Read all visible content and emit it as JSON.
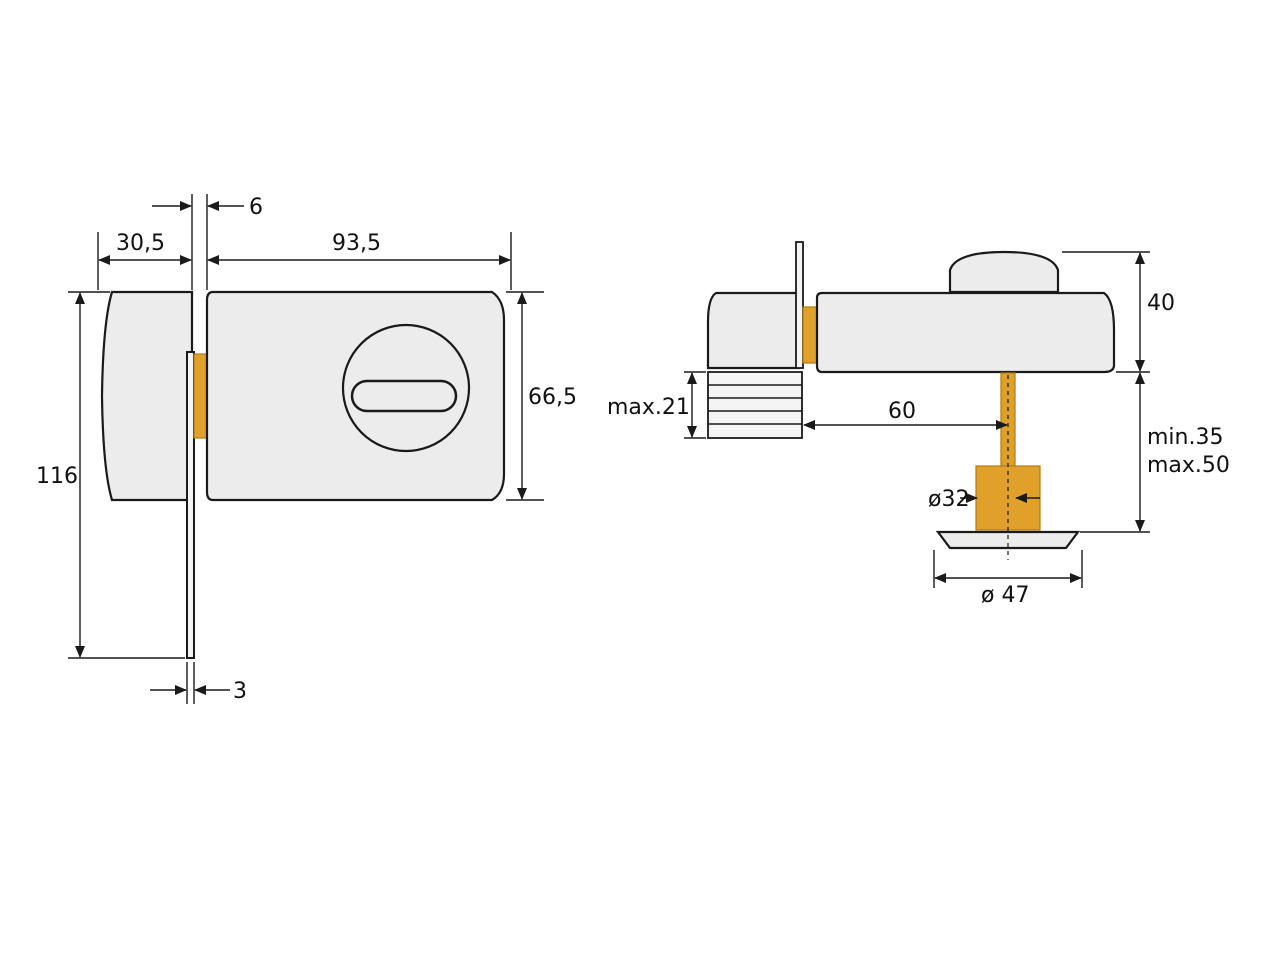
{
  "diagram": {
    "front_view": {
      "dimensions": {
        "gap_6": "6",
        "width_30_5": "30,5",
        "width_93_5": "93,5",
        "height_66_5": "66,5",
        "height_116": "116",
        "plate_3": "3"
      }
    },
    "side_view": {
      "dimensions": {
        "height_40": "40",
        "max_21": "max.21",
        "length_60": "60",
        "min_35": "min.35",
        "max_50": "max.50",
        "dia_32": "ø32",
        "dia_47": "ø 47"
      }
    },
    "colors": {
      "body": "#ececec",
      "outline": "#1a1a1a",
      "brass": "#e0a02a"
    }
  }
}
